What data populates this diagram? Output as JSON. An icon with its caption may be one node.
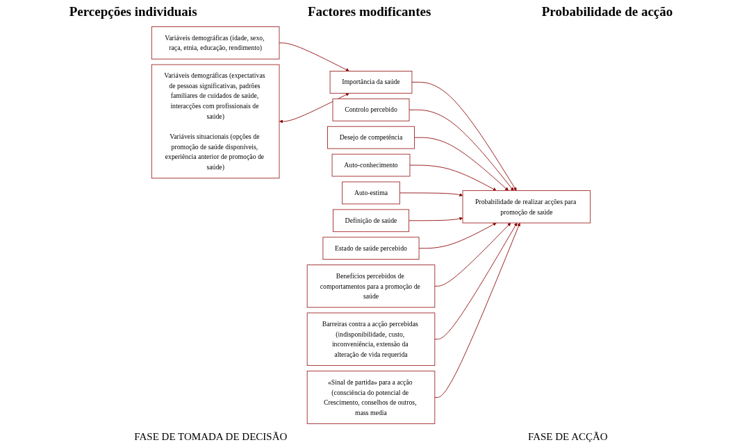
{
  "diagram": {
    "nodes": [
      {
        "text": [
          "Importância da saúde"
        ]
      },
      {
        "text": [
          "Controlo percebido"
        ]
      },
      {
        "text": [
          "Desejo de competência"
        ]
      },
      {
        "text": [
          "Auto-conhecimento"
        ]
      },
      {
        "text": [
          "Auto-estima"
        ]
      },
      {
        "text": [
          "Definição de saúde"
        ]
      },
      {
        "text": [
          "Estado de saúde percebido"
        ]
      },
      {
        "text": [
          "Benefícios percebidos de comportamentos para a promoção de saúde"
        ]
      },
      {
        "text": [
          "Variáveis demográficas (idade, sexo, raça, etnia, educação, rendimento)"
        ]
      },
      {
        "text": [
          "Variáveis demográficas (expectativas de pessoas significativas, padrões familiares de cuidados de saúde, interacções com profissionais de saúde)",
          "Variáveis situacionais (opções de promoção de saúde disponíveis, experiência anterior de promoção de saúde)"
        ]
      },
      {
        "text": [
          "Barreiras contra a acção percebidas (indisponibilidade, custo, inconveniência, extensão da alteração de vida requerida"
        ]
      },
      {
        "text": [
          "Probabilidade de realizar acções para promoção de saúde"
        ]
      },
      {
        "text": [
          "«Sinal de partida» para a acção (consciência do potencial de Crescimento, conselhos de outros, mass media"
        ]
      }
    ],
    "edges": [
      {
        "from": 8,
        "to": 0,
        "arrow": "to"
      },
      {
        "from": 9,
        "to": 0,
        "arrow": "both"
      },
      {
        "from": 0,
        "to": 11,
        "arrow": "to"
      },
      {
        "from": 1,
        "to": 11,
        "arrow": "to"
      },
      {
        "from": 2,
        "to": 11,
        "arrow": "to"
      },
      {
        "from": 3,
        "to": 11,
        "arrow": "to"
      },
      {
        "from": 4,
        "to": 11,
        "arrow": "to"
      },
      {
        "from": 5,
        "to": 11,
        "arrow": "to"
      },
      {
        "from": 6,
        "to": 11,
        "arrow": "to"
      },
      {
        "from": 7,
        "to": 11,
        "arrow": "to"
      },
      {
        "from": 10,
        "to": 11,
        "arrow": "to"
      },
      {
        "from": 12,
        "to": 11,
        "arrow": "to"
      }
    ],
    "labels": [
      "Percepções individuais",
      "Factores modificantes",
      "Probabilidade de acção",
      "FASE DE TOMADA DE DECISÃO",
      "FASE DE ACÇÃO"
    ]
  }
}
